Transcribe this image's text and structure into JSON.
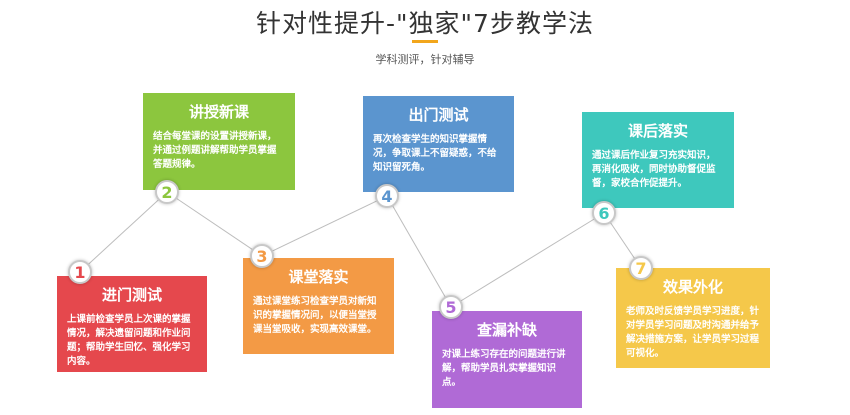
{
  "header": {
    "title": "针对性提升-\"独家\"7步教学法",
    "subtitle": "学科测评，针对辅导"
  },
  "steps": [
    {
      "number": "1",
      "title": "进门测试",
      "text": "上课前检查学员上次课的掌握情况，解决遗留问题和作业问题；帮助学生回忆、强化学习内容。",
      "color": "#e5484d"
    },
    {
      "number": "2",
      "title": "讲授新课",
      "text": "结合每堂课的设置讲授新课，并通过例题讲解帮助学员掌握答题规律。",
      "color": "#8cc63e"
    },
    {
      "number": "3",
      "title": "课堂落实",
      "text": "通过课堂练习检查学员对新知识的掌握情况问，以便当堂授课当堂吸收，实现高效课堂。",
      "color": "#f39a45"
    },
    {
      "number": "4",
      "title": "出门测试",
      "text": "再次检查学生的知识掌握情况，争取课上不留疑惑，不给知识留死角。",
      "color": "#5b95cf"
    },
    {
      "number": "5",
      "title": "查漏补缺",
      "text": "对课上练习存在的问题进行讲解，帮助学员扎实掌握知识点。",
      "color": "#b06ad6"
    },
    {
      "number": "6",
      "title": "课后落实",
      "text": "通过课后作业复习充实知识，再消化吸收，同时协助督促监督，家校合作促提升。",
      "color": "#3ec8bd"
    },
    {
      "number": "7",
      "title": "效果外化",
      "text": "老师及时反馈学员学习进度，针对学员学习问题及时沟通并给予解决措施方案，让学员学习过程可视化。",
      "color": "#f5c84a"
    }
  ]
}
